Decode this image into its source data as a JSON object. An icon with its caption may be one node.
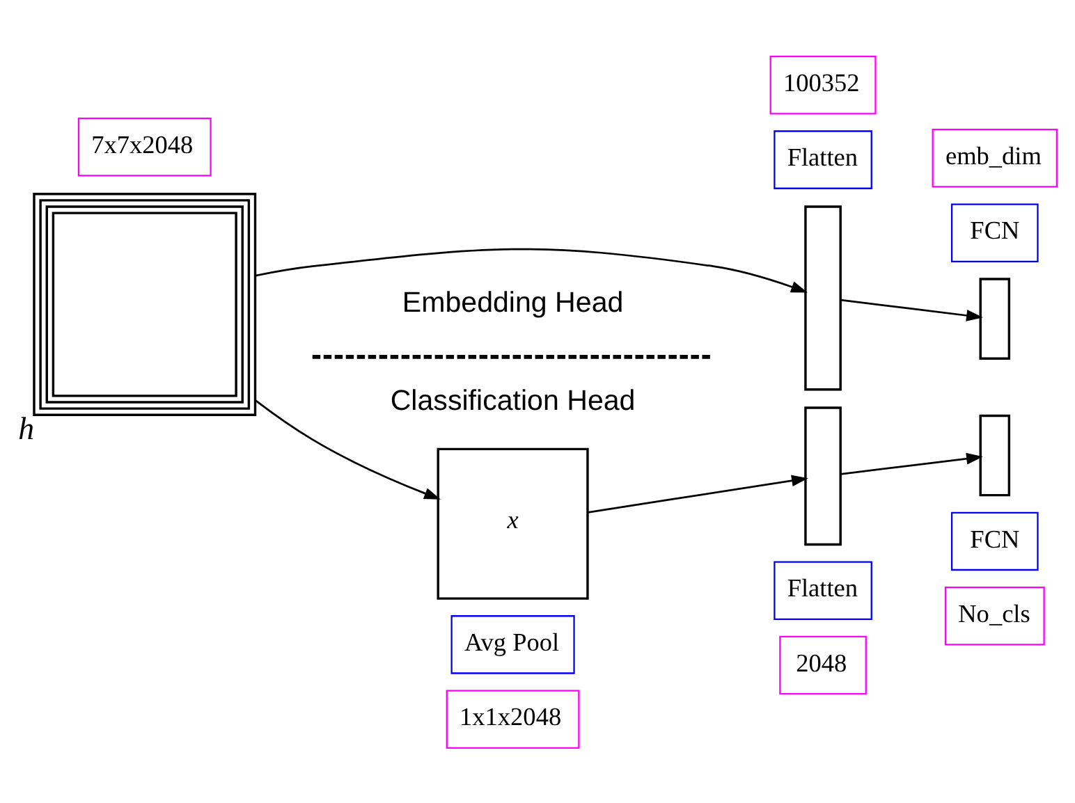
{
  "diagram": {
    "nodes": [
      {
        "text": [],
        "shape": "box",
        "beside": [
          "h"
        ]
      },
      {
        "text": [
          "7x7x2048"
        ]
      },
      {
        "text": [],
        "shape": "bar"
      },
      {
        "text": [
          "100352"
        ]
      },
      {
        "text": [
          "Flatten"
        ]
      },
      {
        "text": [],
        "shape": "bar"
      },
      {
        "text": [
          "emb_dim"
        ]
      },
      {
        "text": [
          "FCN"
        ]
      },
      {
        "text": [
          "x"
        ]
      },
      {
        "text": [
          "Avg Pool"
        ]
      },
      {
        "text": [
          "1x1x2048"
        ]
      },
      {
        "text": [],
        "shape": "bar"
      },
      {
        "text": [
          "Flatten"
        ]
      },
      {
        "text": [
          "2048"
        ]
      },
      {
        "text": [],
        "shape": "bar"
      },
      {
        "text": [
          "FCN"
        ]
      },
      {
        "text": [
          "No_cls"
        ]
      }
    ],
    "edges": [
      {
        "from": 0,
        "to": 2,
        "arrow": "to"
      },
      {
        "from": 0,
        "to": 8,
        "arrow": "to"
      },
      {
        "from": 2,
        "to": 5,
        "arrow": "to"
      },
      {
        "from": 8,
        "to": 11,
        "arrow": "to"
      },
      {
        "from": 11,
        "to": 14,
        "arrow": "to"
      }
    ],
    "labels": [
      "Embedding Head",
      "Classification Head"
    ]
  }
}
